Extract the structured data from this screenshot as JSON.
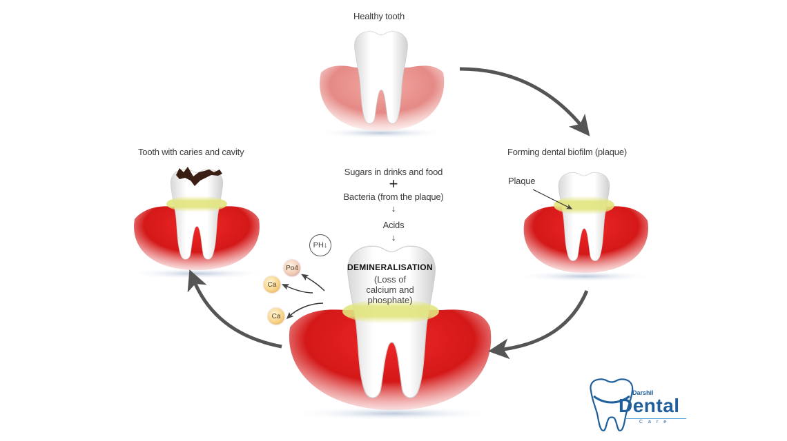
{
  "diagram": {
    "stages": {
      "healthy": {
        "title": "Healthy tooth"
      },
      "biofilm": {
        "title": "Forming dental biofilm (plaque)",
        "annotation": "Plaque"
      },
      "caries": {
        "title": "Tooth with caries and cavity"
      }
    },
    "process": {
      "line1": "Sugars in drinks and food",
      "plus": "+",
      "line2": "Bacteria (from the plaque)",
      "arrow1": "↓",
      "line3": "Acids",
      "arrow2": "↓"
    },
    "demineralisation": {
      "title": "DEMINERALISATION",
      "sub1": "(Loss of",
      "sub2": "calcium and",
      "sub3": "phosphate)"
    },
    "ions": {
      "ph": "PH↓",
      "po4": "Po4",
      "ca1": "Ca",
      "ca2": "Ca"
    },
    "colors": {
      "gum": "#d91a1a",
      "gum_light": "#e9a0a0",
      "plaque": "#dfe27a",
      "arrow": "#555555",
      "brand": "#1f5f9b"
    }
  },
  "logo": {
    "small": "Darshil",
    "brand": "Dental",
    "tagline": "Care"
  }
}
